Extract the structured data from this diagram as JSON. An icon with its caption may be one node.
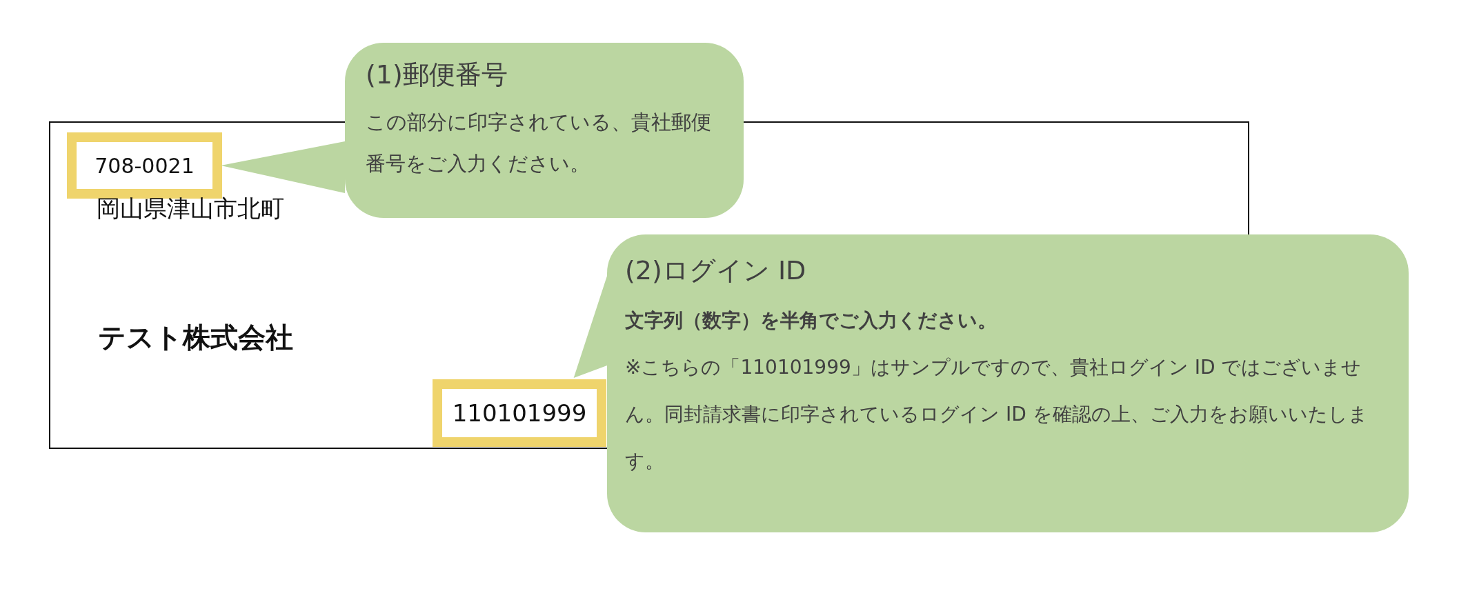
{
  "diagram": {
    "nodes": [
      {
        "text": [],
        "shape": "box"
      },
      {
        "text": [
          "708-0021"
        ],
        "in": 0
      },
      {
        "text": [
          "110101999"
        ],
        "in": 0
      },
      {
        "text": [
          "(1)郵便番号",
          "この部分に印字されている、貴社郵便番号をご入力ください。"
        ]
      },
      {
        "text": [
          "(2)ログイン ID",
          "文字列（数字）を半角でご入力ください。",
          "※こちらの「110101999」はサンプルですので、貴社ログイン ID ではございません。同封請求書に印字されているログイン ID を確認の上、ご入力をお願いいたします。"
        ]
      }
    ],
    "edges": [
      {
        "from": 3,
        "to": 1,
        "arrow": "to"
      },
      {
        "from": 4,
        "to": 2,
        "arrow": "to"
      }
    ],
    "labels": [
      "岡山県津山市北町",
      "テスト株式会社"
    ]
  }
}
